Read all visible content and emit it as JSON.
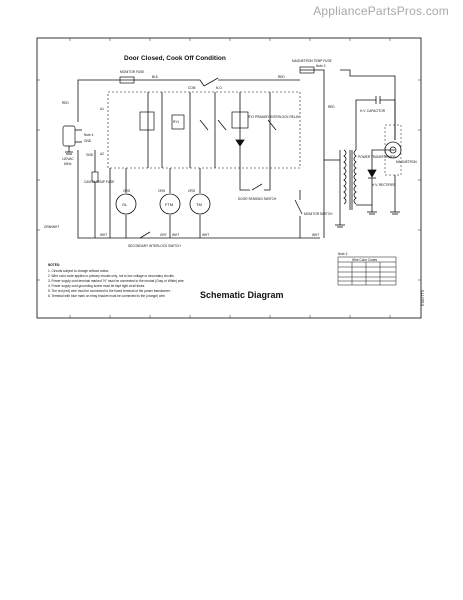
{
  "watermark": "AppliancePartsPros.com",
  "diagram": {
    "condition_title": "Door Closed, Cook Off Condition",
    "schematic_title": "Schematic Diagram",
    "labels": {
      "monitor_fuse": "MONITOR FUSE",
      "magnetron_temp_fuse": "MAGNETRON TEMP FUSE",
      "note3": "Note 3",
      "blk": "BLK",
      "com": "COM",
      "no": "N.O.",
      "red": "RED",
      "wht": "WHT",
      "gry": "GRY",
      "org": "ORG",
      "a1": "A1",
      "a2": "A2",
      "note4": "Note 4",
      "voltage": "120VAC",
      "hz": "60Hz",
      "cavity_temp_fuse": "CAVITY TEMP FUSE",
      "gnd": "GND",
      "grn_wht": "GRN/WHT",
      "ry1": "RY1",
      "ry2_primary_interlock_relay": "RY2 PRIMARY INTERLOCK RELAY",
      "hv_capacitor": "H.V. CAPACITOR",
      "hv_rectifier": "H.V. RECTIFIER",
      "power_transformer": "POWER TRANSFORMER",
      "magnetron": "MAGNETRON",
      "ol": "OL",
      "ftm": "FTM",
      "tm": "TM",
      "door_sensing_switch": "DOOR SENSING SWITCH",
      "monitor_switch": "MONITOR SWITCH",
      "secondary_interlock_switch": "SECONDARY INTERLOCK SWITCH",
      "note2": "Note 2",
      "wire_color_codes": "Wire Color Codes",
      "notes_header": "NOTES:"
    },
    "notes": [
      "1. Circuits subject to change without notice.",
      "2. Wire color code applies to primary circuits only, not to low voltage or secondary circuits.",
      "3. Power supply cord terminal marked \"N\" must be connected to the neutral (Gray or White) wire.",
      "4. Power supply cord grounding screw must be kept tight at all times.",
      "5. The red (red) wire must be connected to the fused terminal of the power transformer.",
      "6. Terminal with blue mark on relay bracket must be connected to the (orange) wire."
    ]
  },
  "side_code": "EMOTT6"
}
